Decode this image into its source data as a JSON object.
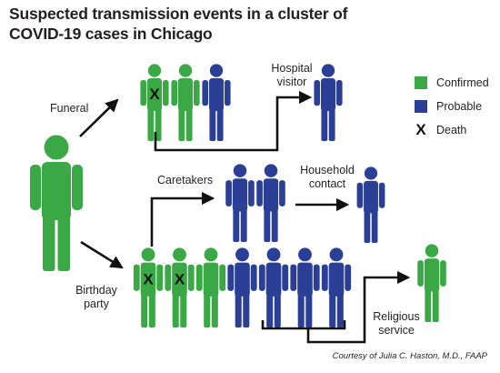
{
  "title": "Suspected transmission events in a cluster of COVID-19 cases in Chicago",
  "colors": {
    "confirmed": "#3aa845",
    "probable": "#2b3f97",
    "death": "#111111",
    "arrow": "#111111"
  },
  "legend": {
    "confirmed": "Confirmed",
    "probable": "Probable",
    "death_symbol": "X",
    "death": "Death"
  },
  "labels": {
    "funeral": "Funeral",
    "hospital_visitor_line1": "Hospital",
    "hospital_visitor_line2": "visitor",
    "caretakers": "Caretakers",
    "household_contact_line1": "Household",
    "household_contact_line2": "contact",
    "birthday_party_line1": "Birthday",
    "birthday_party_line2": "party",
    "religious_service_line1": "Religious",
    "religious_service_line2": "service",
    "death_marker": "X"
  },
  "groups": {
    "index_case": [
      "confirmed"
    ],
    "funeral": [
      "confirmed",
      "confirmed",
      "probable"
    ],
    "funeral_deaths": [
      0
    ],
    "hospital_visitor": [
      "probable"
    ],
    "caretakers": [
      "probable",
      "probable"
    ],
    "household_contact": [
      "probable"
    ],
    "birthday_party": [
      "confirmed",
      "confirmed",
      "confirmed",
      "probable",
      "probable",
      "probable",
      "probable"
    ],
    "birthday_party_deaths": [
      0,
      1
    ],
    "religious_service": [
      "confirmed"
    ]
  },
  "credit": "Courtesy of Julia C. Haston, M.D., FAAP"
}
